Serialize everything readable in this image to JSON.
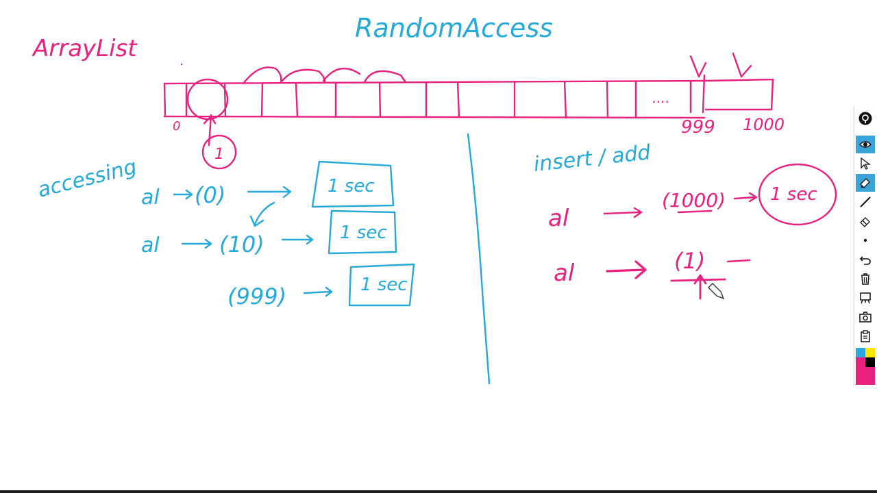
{
  "board": {
    "title": "RandomAccess",
    "subtitle": "ArrayList",
    "array": {
      "index_first": "0",
      "index_last": "999",
      "index_extra": "1000",
      "ellipsis": "....",
      "accessed_value": "1"
    },
    "accessing": {
      "heading": "accessing",
      "rows": [
        {
          "var": "al",
          "index": "(0)",
          "result": "1 sec"
        },
        {
          "var": "al",
          "index": "(10)",
          "result": "1 sec"
        },
        {
          "var": "",
          "index": "(999)",
          "result": "1 sec"
        }
      ]
    },
    "insert": {
      "heading": "insert / add",
      "rows": [
        {
          "var": "al",
          "index": "(1000)",
          "result": "1 sec"
        },
        {
          "var": "al",
          "index": "(1)"
        }
      ]
    }
  },
  "toolbar": {
    "tools": [
      {
        "name": "logo",
        "icon": "pen-logo-icon"
      },
      {
        "name": "view",
        "icon": "eye-icon"
      },
      {
        "name": "select",
        "icon": "cursor-icon"
      },
      {
        "name": "highlighter",
        "icon": "highlighter-icon"
      },
      {
        "name": "pen",
        "icon": "pen-line-icon"
      },
      {
        "name": "eraser",
        "icon": "eraser-icon"
      },
      {
        "name": "size",
        "icon": "dot-icon"
      },
      {
        "name": "undo",
        "icon": "undo-icon"
      },
      {
        "name": "clear",
        "icon": "trash-icon"
      },
      {
        "name": "board",
        "icon": "whiteboard-icon"
      },
      {
        "name": "screenshot",
        "icon": "camera-icon"
      },
      {
        "name": "clipboard",
        "icon": "clipboard-icon"
      }
    ],
    "colors": [
      "#29a8e0",
      "#ffe500",
      "#e8207e",
      "#000000"
    ]
  }
}
